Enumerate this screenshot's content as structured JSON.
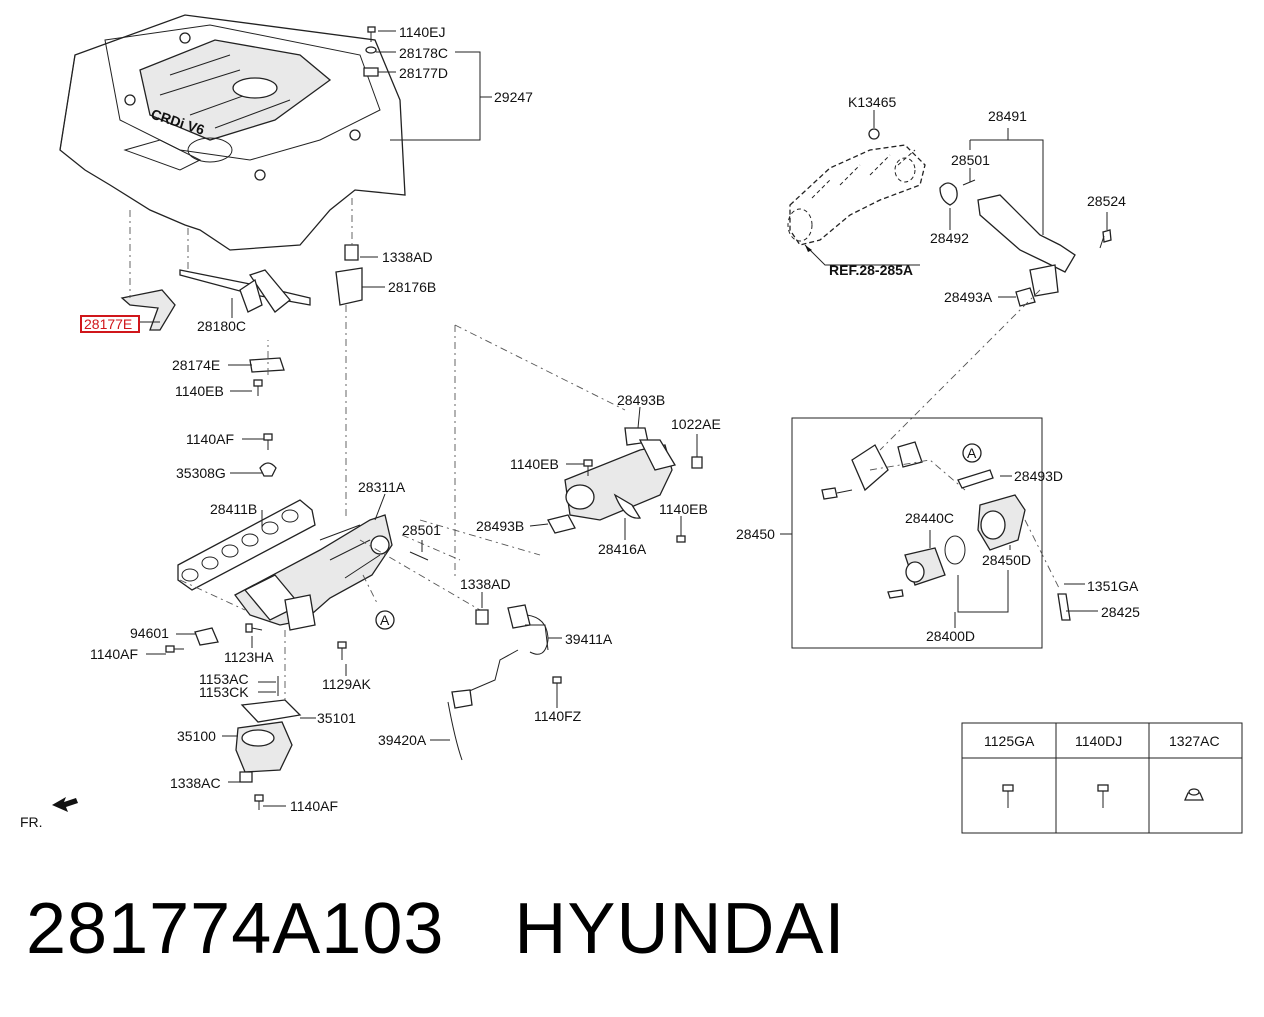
{
  "caption": {
    "part_number": "281774A103",
    "brand": "HYUNDAI"
  },
  "highlight_color": "#d0161b",
  "labels": {
    "l1140EJ": "1140EJ",
    "l28178C": "28178C",
    "l28177D": "28177D",
    "l29247": "29247",
    "l1338AD_top": "1338AD",
    "l28176B": "28176B",
    "l28177E": "28177E",
    "l28180C": "28180C",
    "l28174E": "28174E",
    "l1140EB_left": "1140EB",
    "l1140AF_top": "1140AF",
    "l35308G": "35308G",
    "l28411B": "28411B",
    "l28311A": "28311A",
    "l28501_mid": "28501",
    "l1338AD_mid": "1338AD",
    "l94601": "94601",
    "l1140AF_left": "1140AF",
    "l1123HA": "1123HA",
    "l1129AK": "1129AK",
    "l1153AC": "1153AC",
    "l1153CK": "1153CK",
    "l35101": "35101",
    "l35100": "35100",
    "l1338AC": "1338AC",
    "l1140AF_bottom": "1140AF",
    "fr": "FR.",
    "l28493B": "28493B",
    "l1022AE": "1022AE",
    "l1140EB_mid": "1140EB",
    "l28493B_2": "28493B",
    "l28416A": "28416A",
    "l1140EB_right": "1140EB",
    "l39411A": "39411A",
    "l1140FZ": "1140FZ",
    "l39420A": "39420A",
    "lK13465": "K13465",
    "l28491": "28491",
    "l28501_right": "28501",
    "l28524": "28524",
    "l28492": "28492",
    "l28493A": "28493A",
    "ref": "REF.28-285A",
    "l28493D": "28493D",
    "l28440C": "28440C",
    "l28450": "28450",
    "l28450D": "28450D",
    "l1351GA": "1351GA",
    "l28425": "28425",
    "l28400D": "28400D",
    "circleA1": "A",
    "circleA2": "A"
  },
  "fastener_table": {
    "headers": [
      "1125GA",
      "1140DJ",
      "1327AC"
    ],
    "icons": [
      "bolt-icon",
      "bolt-icon",
      "nut-icon"
    ]
  },
  "engine_cover_text": "CRDi V6"
}
